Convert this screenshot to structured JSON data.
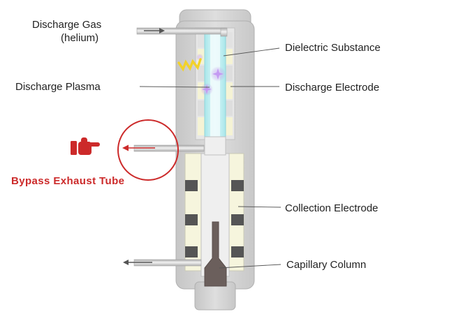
{
  "labels": {
    "discharge_gas": "Discharge Gas",
    "helium": "(helium)",
    "dielectric_substance": "Dielectric Substance",
    "discharge_plasma": "Discharge Plasma",
    "discharge_electrode": "Discharge Electrode",
    "bypass_exhaust_tube": "Bypass Exhaust Tube",
    "collection_electrode": "Collection Electrode",
    "capillary_column": "Capillary Column"
  },
  "icons": {
    "pointer": "pointing-hand-icon",
    "plasma": "plasma-spark-icon",
    "lightning": "lightning-icon"
  },
  "colors": {
    "highlight": "#cc2a2a",
    "body": "#d4d4d4",
    "body_edge": "#b3b3b3",
    "dielectric": "#b9ecef",
    "electrode_light": "#f5f3d5",
    "electrode_dark": "#555555",
    "column": "#6b5f5c",
    "lightning": "#f2d229",
    "plasma": "#b38be0"
  }
}
